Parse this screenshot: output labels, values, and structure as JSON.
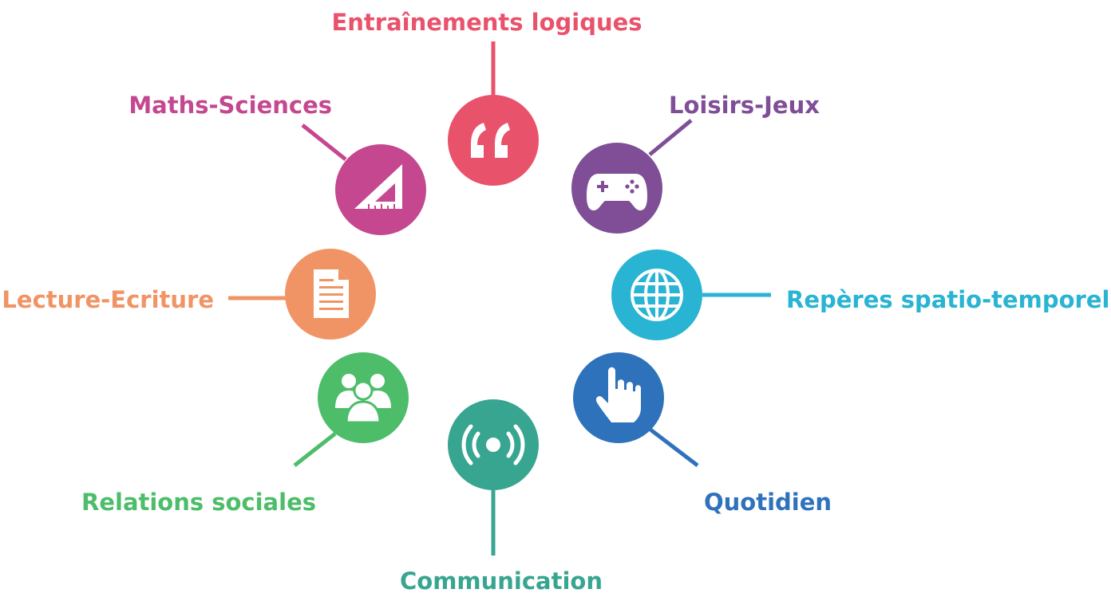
{
  "diagram": {
    "categories": [
      {
        "id": "entrainements",
        "label": "Entraînements logiques",
        "icon": "quote-icon",
        "color": "#e9526b"
      },
      {
        "id": "loisirs",
        "label": "Loisirs-Jeux",
        "icon": "gamepad-icon",
        "color": "#7f4e96"
      },
      {
        "id": "reperes",
        "label": "Repères spatio-temporels",
        "icon": "globe-icon",
        "color": "#28b4d2"
      },
      {
        "id": "quotidien",
        "label": "Quotidien",
        "icon": "pointing-hand-icon",
        "color": "#2f72bc"
      },
      {
        "id": "communication",
        "label": "Communication",
        "icon": "broadcast-icon",
        "color": "#37a590"
      },
      {
        "id": "relations",
        "label": "Relations sociales",
        "icon": "people-group-icon",
        "color": "#4dbd6a"
      },
      {
        "id": "lecture",
        "label": "Lecture-Ecriture",
        "icon": "document-icon",
        "color": "#f19465"
      },
      {
        "id": "maths",
        "label": "Maths-Sciences",
        "icon": "set-square-icon",
        "color": "#c4478f"
      }
    ]
  }
}
